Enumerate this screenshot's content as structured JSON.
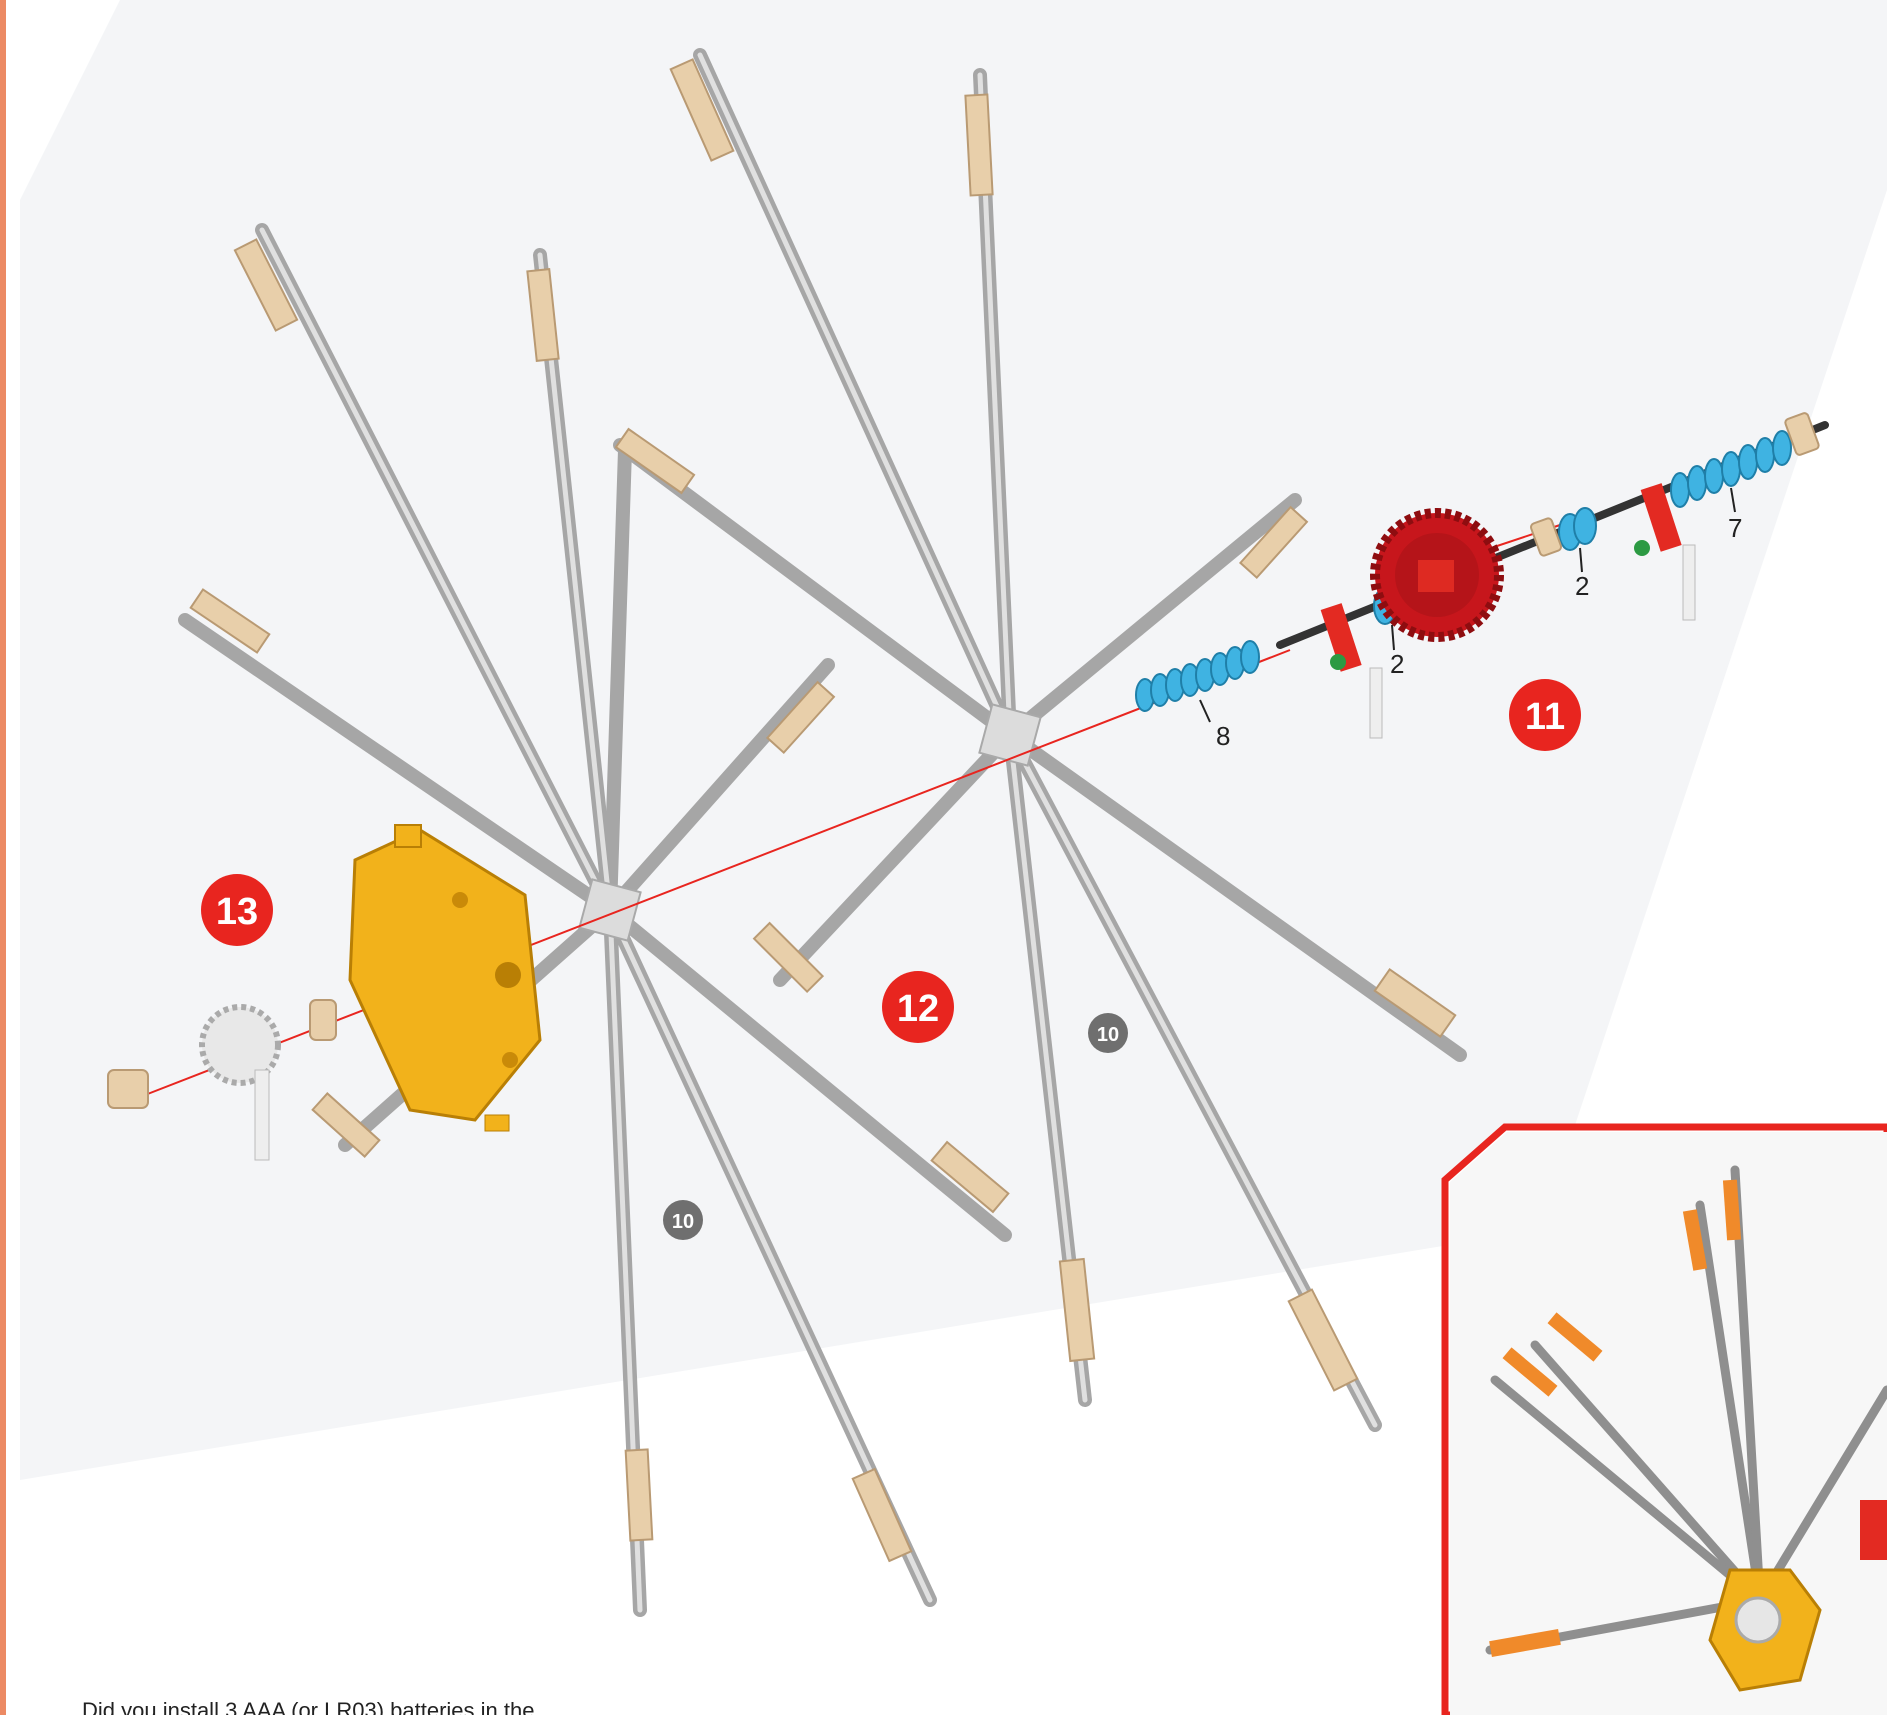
{
  "steps": {
    "step_11": "11",
    "step_12": "12",
    "step_13": "13"
  },
  "sub_badges": {
    "left_hub": "10",
    "right_hub": "10"
  },
  "counts": {
    "washers_left": "8",
    "washers_gear_left": "2",
    "washers_gear_right": "2",
    "washers_right": "7"
  },
  "caption": "Did you install 3 AAA (or LR03) batteries in the",
  "colors": {
    "accent": "#e8251f",
    "badge_gray": "#6f6f6f",
    "rod_gray": "#9a9a9a",
    "rod_light": "#d9d9d9",
    "hub_yellow": "#f2b21b",
    "washer_blue": "#3fb3e2",
    "connector_tan": "#e8cfaa",
    "strip": "#ec8a64"
  },
  "icons": [
    "wheel-hub",
    "gear",
    "motor-box",
    "rod",
    "washer",
    "connector"
  ]
}
